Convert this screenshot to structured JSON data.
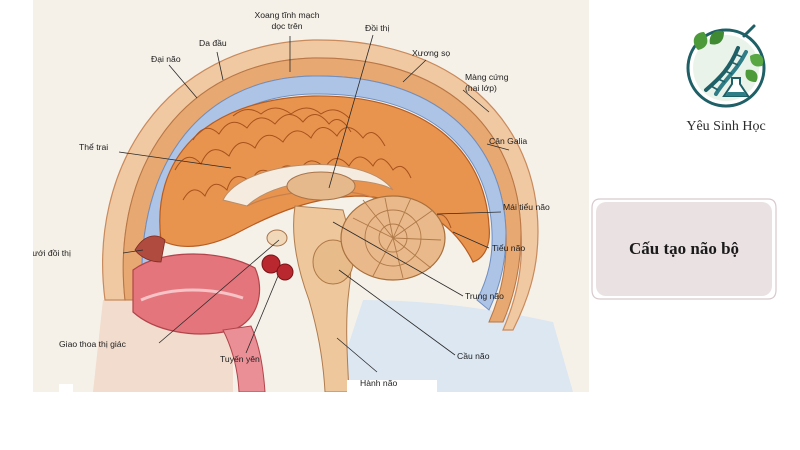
{
  "diagram": {
    "labels": {
      "xoang_line1": "Xoang tĩnh mạch",
      "xoang_line2": "dọc trên",
      "da_dau": "Da đầu",
      "dai_nao": "Đại não",
      "doi_thi": "Đồi thị",
      "xuong_so": "Xương sọ",
      "mang_cung_line1": "Màng cứng",
      "mang_cung_line2": "(hai lớp)",
      "can_galia": "Cân Galia",
      "the_trai": "Thể trai",
      "mai_tieu_nao": "Mái tiểu não",
      "vung_duoi_doi_thi": "Vùng dưới đồi thị",
      "tieu_nao": "Tiểu não",
      "trung_nao": "Trung não",
      "giao_thoa_thi_giac": "Giao thoa thị giác",
      "cau_nao": "Cầu não",
      "tuyen_yen": "Tuyến yên",
      "hanh_nao": "Hành não"
    }
  },
  "brand": {
    "logo_icon": "dna-leaf-flask-logo",
    "name": "Yêu Sinh Học"
  },
  "card": {
    "title": "Cấu tạo não bộ",
    "background": "#eae1e3"
  }
}
